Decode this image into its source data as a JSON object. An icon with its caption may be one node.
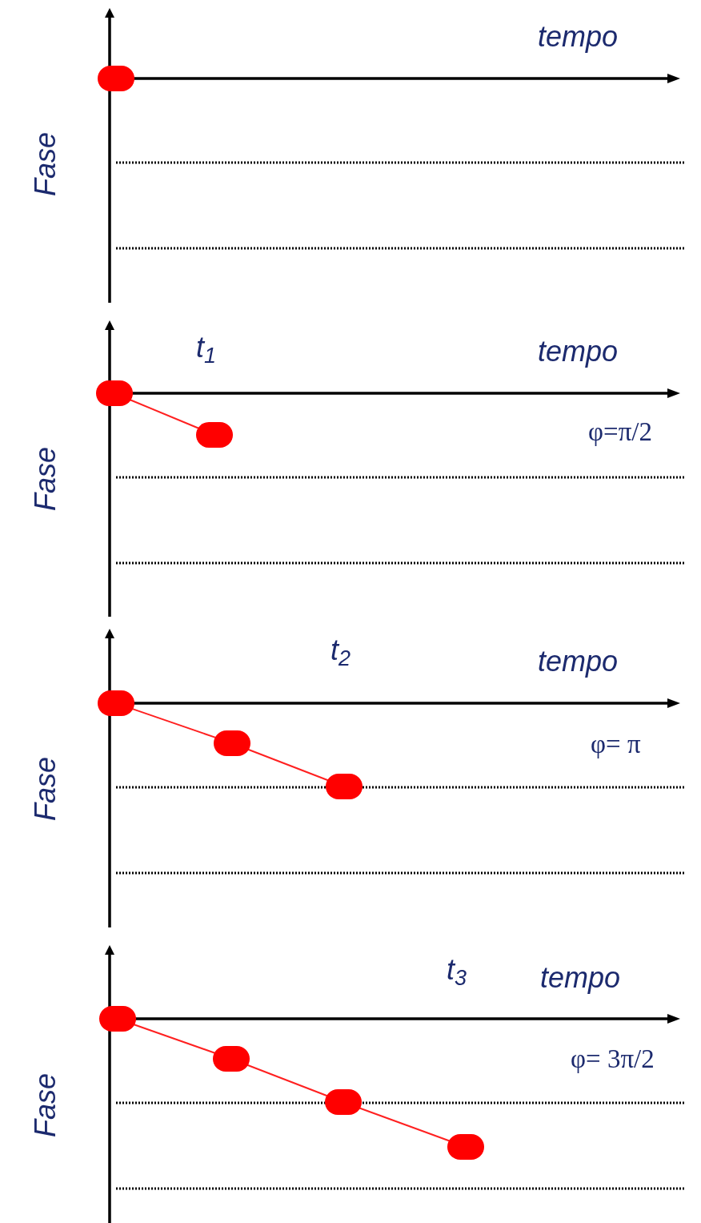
{
  "diagram": {
    "nodes": [
      {
        "text": [],
        "shape": "circle"
      },
      {
        "text": [],
        "shape": "circle"
      },
      {
        "text": [],
        "shape": "circle"
      },
      {
        "text": [],
        "shape": "circle"
      },
      {
        "text": [],
        "shape": "circle"
      },
      {
        "text": [],
        "shape": "circle"
      },
      {
        "text": [],
        "shape": "circle"
      },
      {
        "text": [],
        "shape": "circle"
      },
      {
        "text": [],
        "shape": "circle"
      },
      {
        "text": [],
        "shape": "circle"
      }
    ],
    "edges": [
      {
        "from": 1,
        "to": 2,
        "arrow": "none"
      },
      {
        "from": 3,
        "to": 4,
        "arrow": "none"
      },
      {
        "from": 4,
        "to": 5,
        "arrow": "none"
      },
      {
        "from": 6,
        "to": 7,
        "arrow": "none"
      },
      {
        "from": 7,
        "to": 8,
        "arrow": "none"
      },
      {
        "from": 8,
        "to": 9,
        "arrow": "none"
      }
    ],
    "labels": [
      "tempo",
      "Fase",
      "t$_{1}$",
      "tempo",
      "φ=π/2",
      "Fase",
      "t$_{2}$",
      "tempo",
      "φ= π",
      "Fase",
      "t$_{3}$",
      "tempo",
      "φ= 3π/2",
      "Fase"
    ]
  }
}
